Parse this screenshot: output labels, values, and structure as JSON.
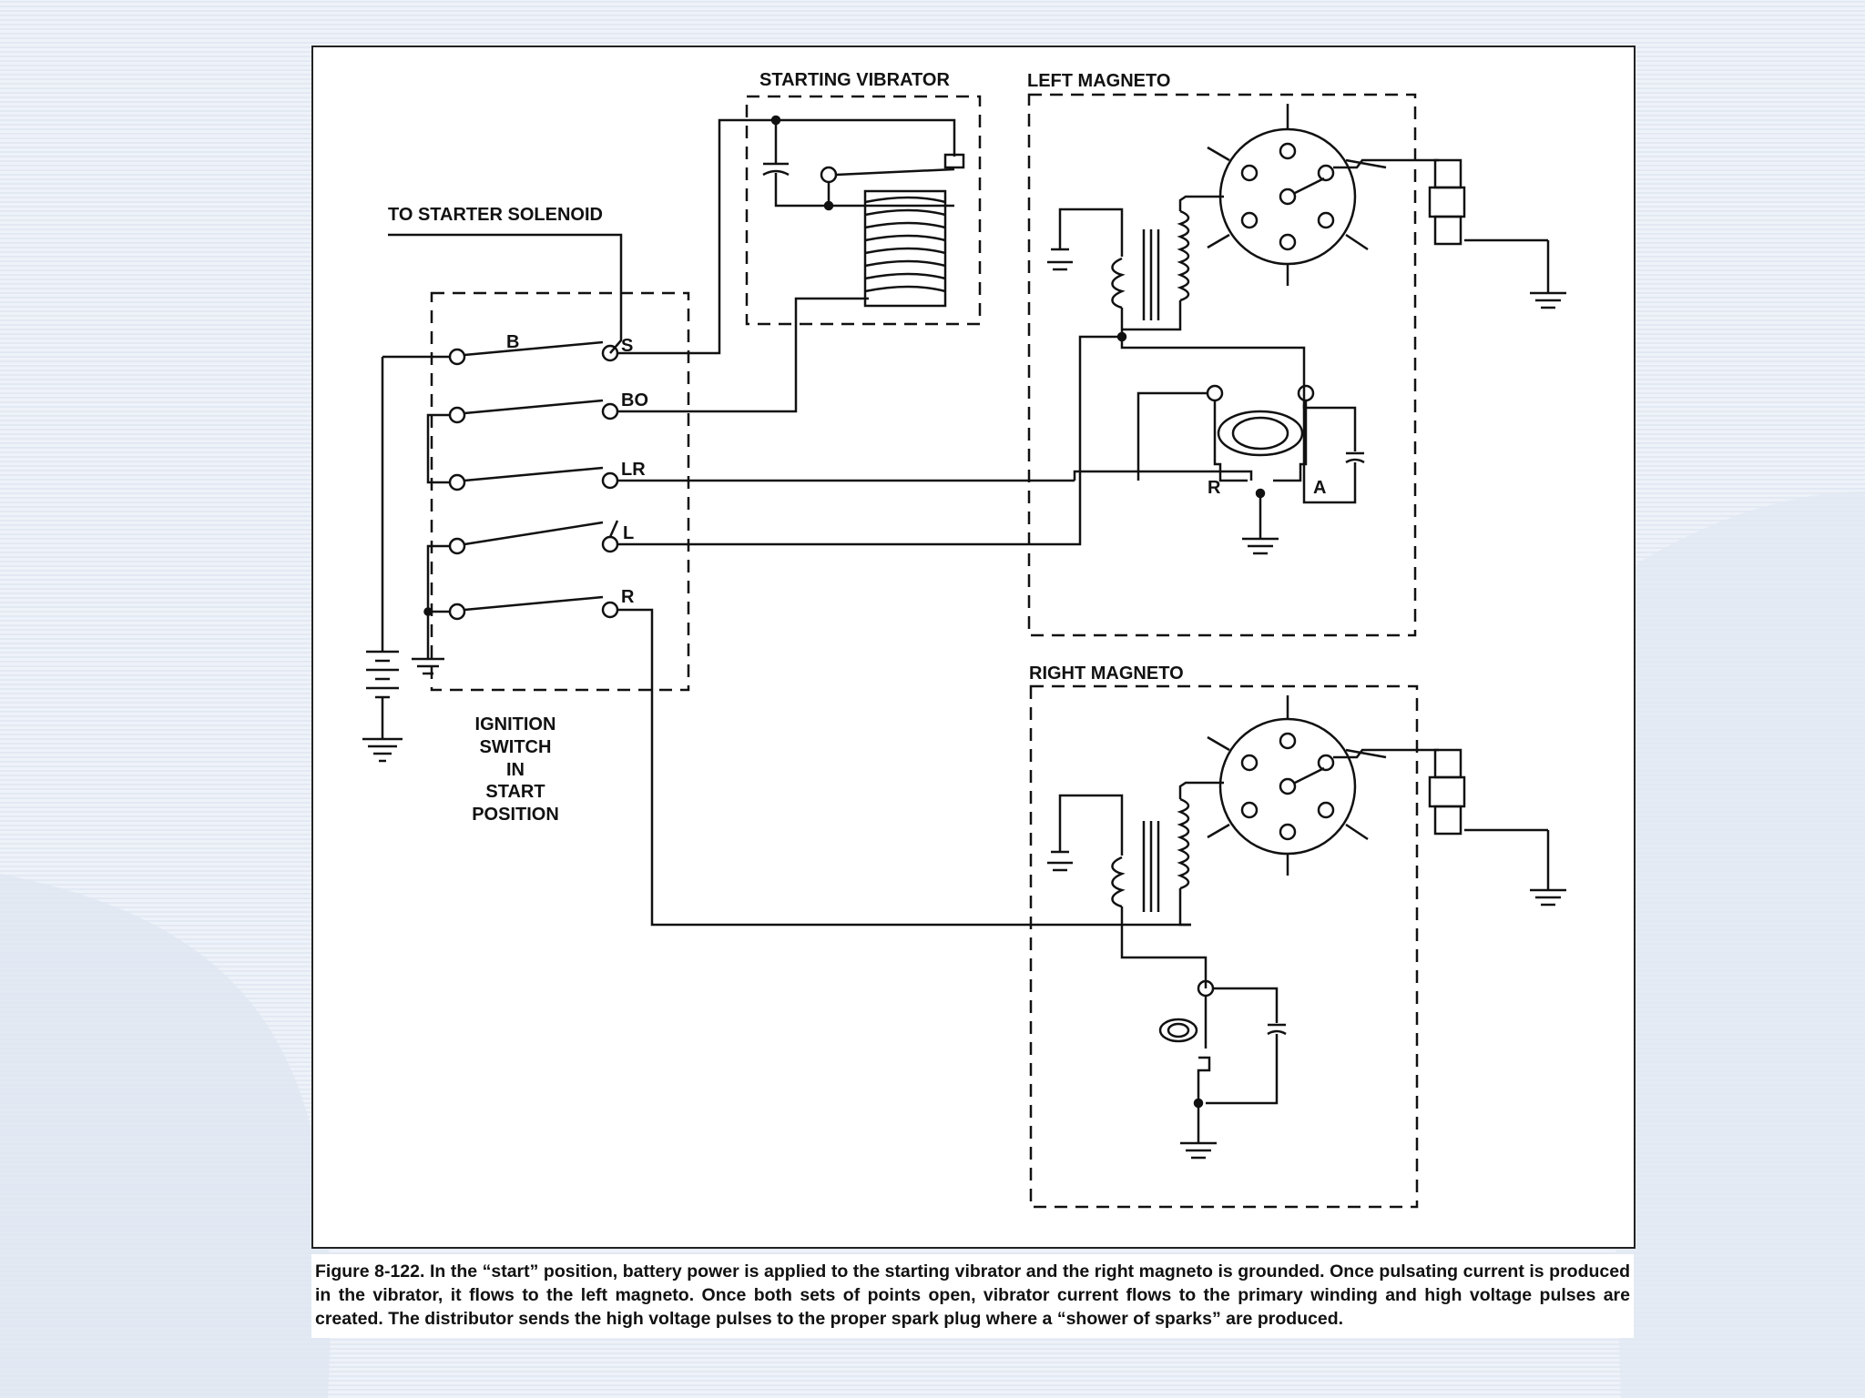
{
  "labels": {
    "to_starter_solenoid": "TO STARTER SOLENOID",
    "starting_vibrator": "STARTING VIBRATOR",
    "left_magneto": "LEFT MAGNETO",
    "right_magneto": "RIGHT MAGNETO",
    "switch_lines": [
      "IGNITION",
      "SWITCH",
      "IN",
      "START",
      "POSITION"
    ],
    "terminals": {
      "b": "B",
      "s": "S",
      "bo": "BO",
      "lr": "LR",
      "l": "L",
      "r": "R"
    },
    "points": {
      "r": "R",
      "a": "A"
    }
  },
  "caption": "Figure 8-122. In the “start” position, battery power is applied to the starting vibrator and the right magneto is grounded. Once pulsating current is produced in the vibrator, it flows to the left magneto. Once both sets of points open, vibrator current flows to the primary winding and high voltage pulses are created. The distributor sends the high voltage pulses to the proper spark plug where a “shower of sparks” are produced."
}
